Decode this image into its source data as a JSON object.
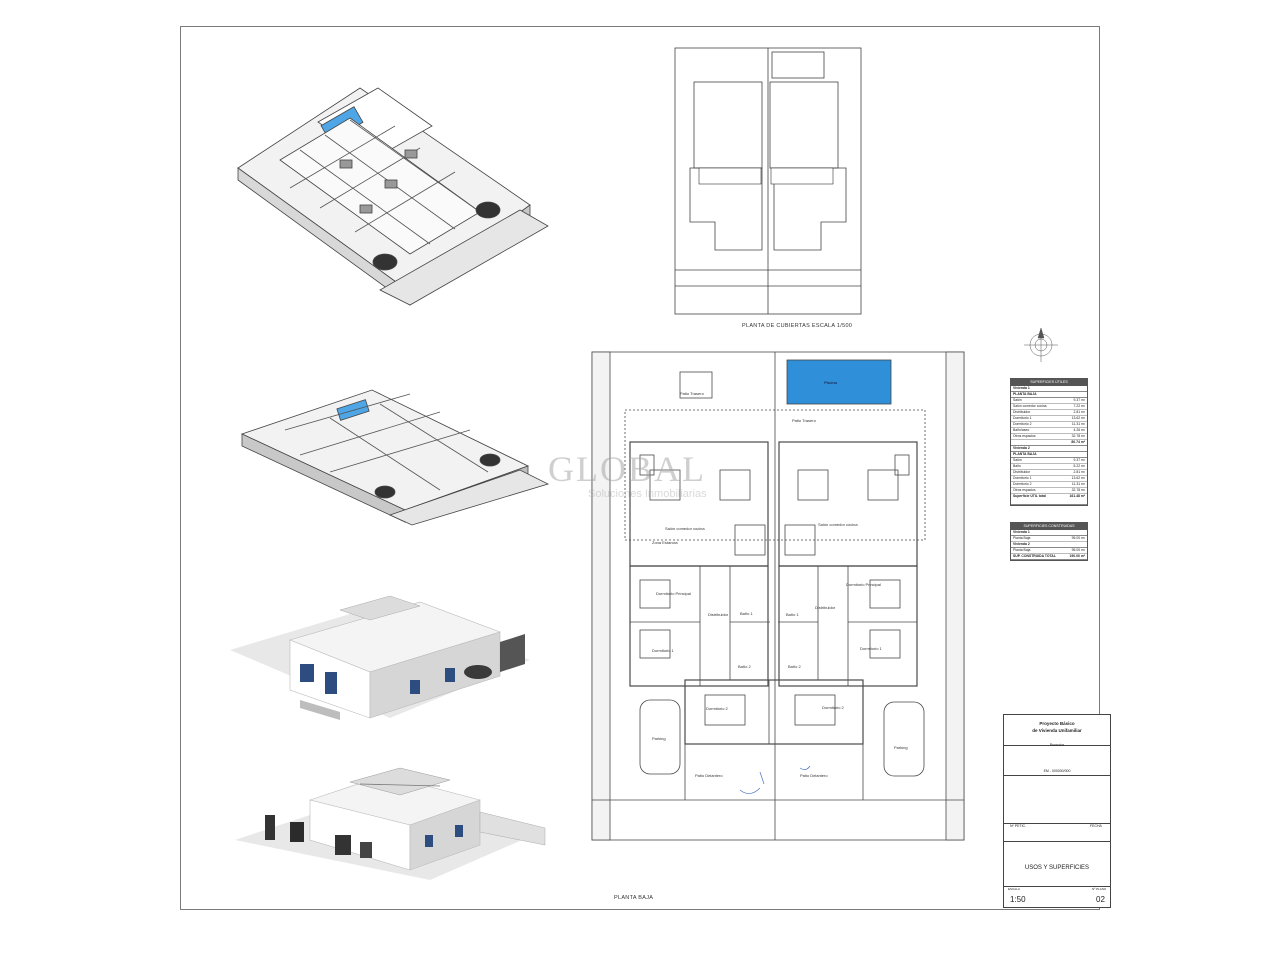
{
  "roof_plan": {
    "caption": "PLANTA DE CUBIERTAS    ESCALA 1/500"
  },
  "ground_floor": {
    "caption": "PLANTA BAJA",
    "rooms": {
      "patio_trasero_left": "Patio Trasero",
      "patio_trasero_center": "Patio Trasero",
      "piscina": "Piscina",
      "salon_left": "Salón comedor cocina",
      "salon_right": "Salón comedor cocina",
      "zona_estancia": "Zona Estancia",
      "dormitorio_1_top_left": "Dormitorio Principal",
      "dormitorio_1_top_right": "Dormitorio Principal",
      "distribuidor_left": "Distribuidor",
      "distribuidor_right": "Distribuidor",
      "bano_1_left": "Baño 1",
      "bano_1_right": "Baño 1",
      "bano_2_left": "Baño 2",
      "bano_2_right": "Baño 2",
      "dormitorio_left": "Dormitorio 1",
      "dormitorio_right": "Dormitorio 1",
      "dormitorio_2_left": "Dormitorio 2",
      "dormitorio_2_right": "Dormitorio 2",
      "parking_left": "Parking",
      "parking_right": "Parking",
      "patio_delantero_left": "Patio Delantero",
      "patio_delantero_right": "Patio Delantero"
    }
  },
  "superficies_utiles": {
    "title": "SUPERFICIES ÚTILES",
    "vivienda1_title": "Vivienda 1",
    "vivienda1_sub": "PLANTA BAJA",
    "vivienda1_rows": [
      {
        "name": "Salón",
        "value": "9.37 m²"
      },
      {
        "name": "Salón comedor cocina",
        "value": "7.22 m²"
      },
      {
        "name": "Distribuidor",
        "value": "2.81 m²"
      },
      {
        "name": "Dormitorio 1",
        "value": "13.62 m²"
      },
      {
        "name": "Dormitorio 2",
        "value": "11.31 m²"
      },
      {
        "name": "Baño/aseo",
        "value": "4.26 m²"
      },
      {
        "name": "Otros espacios",
        "value": "32.78 m²"
      }
    ],
    "vivienda1_total": "80.74 m²",
    "vivienda2_title": "Vivienda 2",
    "vivienda2_sub": "PLANTA BAJA",
    "vivienda2_rows": [
      {
        "name": "Salón",
        "value": "9.37 m²"
      },
      {
        "name": "Baño",
        "value": "5.22 m²"
      },
      {
        "name": "Distribuidor",
        "value": "2.81 m²"
      },
      {
        "name": "Dormitorio 1",
        "value": "13.62 m²"
      },
      {
        "name": "Dormitorio 2",
        "value": "11.31 m²"
      },
      {
        "name": "Otros espacios",
        "value": "32.78 m²"
      }
    ],
    "total_label": "Superficie ÚTIL total",
    "total_value": "161.48 m²"
  },
  "superficies_construidas": {
    "title": "SUPERFICIES CONSTRUIDAS",
    "vivienda1_title": "Vivienda 1",
    "vivienda1_row": {
      "name": "Planta Baja",
      "value": "95.00 m²"
    },
    "vivienda2_title": "Vivienda 2",
    "vivienda2_row": {
      "name": "Planta Baja",
      "value": "95.00 m²"
    },
    "total_label": "SUP. CONSTRUIDA TOTAL",
    "total_value": "190.00 m²"
  },
  "title_block": {
    "project_line1": "Proyecto Básico",
    "project_line2": "de Vivienda Unifamiliar",
    "promotor": "Promotor",
    "ref": "EM - 000000/000",
    "sheet_label": "Nº PETIC.",
    "date_label": "FECHA",
    "sheet_title": "USOS Y SUPERFICIES",
    "scale_label": "ESCALA",
    "scale_value": "1:50",
    "num_label": "Nº PLANO",
    "num_value": "02"
  },
  "watermark": {
    "text": "GLOBAL",
    "sub": "Soluciones Inmobiliarias"
  },
  "colors": {
    "pool": "#2f8fd9",
    "line": "#4a4a4a",
    "render_gray": "#cfcfcf",
    "render_dark": "#3d3d3d"
  }
}
